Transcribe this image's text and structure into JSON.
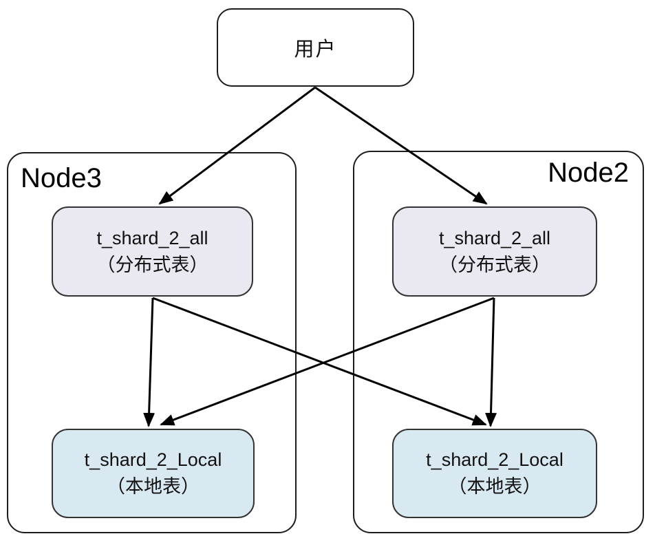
{
  "diagram": {
    "user": {
      "label": "用户"
    },
    "nodes": [
      {
        "name": "Node3",
        "distributed_table": {
          "name": "t_shard_2_all",
          "type_label": "（分布式表）"
        },
        "local_table": {
          "name": "t_shard_2_Local",
          "type_label": "（本地表）"
        }
      },
      {
        "name": "Node2",
        "distributed_table": {
          "name": "t_shard_2_all",
          "type_label": "（分布式表）"
        },
        "local_table": {
          "name": "t_shard_2_Local",
          "type_label": "（本地表）"
        }
      }
    ],
    "edges": [
      {
        "from": "user",
        "to": "node3-distributed-table"
      },
      {
        "from": "user",
        "to": "node2-distributed-table"
      },
      {
        "from": "node3-distributed-table",
        "to": "node3-local-table"
      },
      {
        "from": "node3-distributed-table",
        "to": "node2-local-table"
      },
      {
        "from": "node2-distributed-table",
        "to": "node3-local-table"
      },
      {
        "from": "node2-distributed-table",
        "to": "node2-local-table"
      }
    ],
    "colors": {
      "distributed_table_fill": "#eae8f0",
      "local_table_fill": "#d9e9f2",
      "box_border": "#333333",
      "arrow": "#000000",
      "background": "#ffffff"
    }
  }
}
